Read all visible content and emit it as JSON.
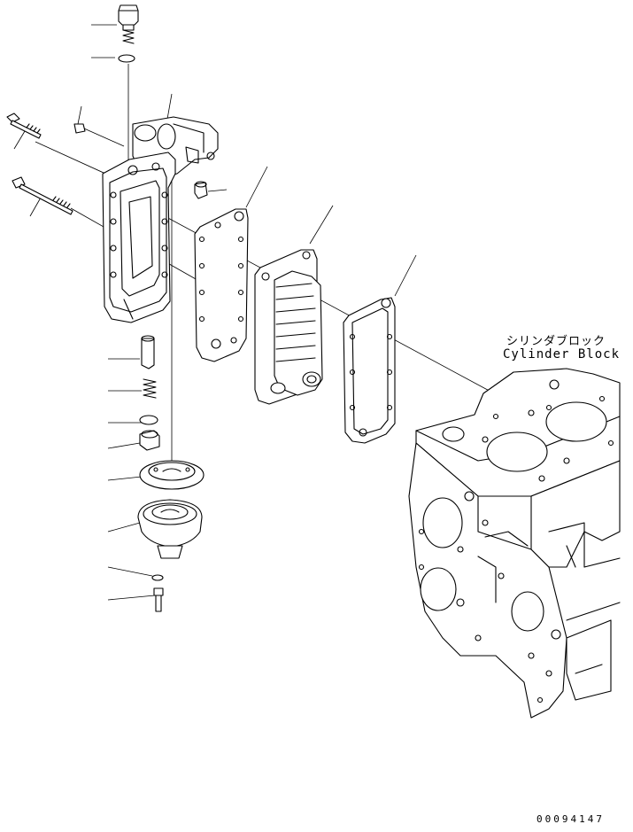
{
  "diagram": {
    "type": "exploded parts diagram",
    "callout_label_jp": "シリンダブロック",
    "callout_label_en": "Cylinder Block",
    "drawing_number": "00094147"
  },
  "colors": {
    "line": "#000000",
    "background": "#ffffff"
  }
}
